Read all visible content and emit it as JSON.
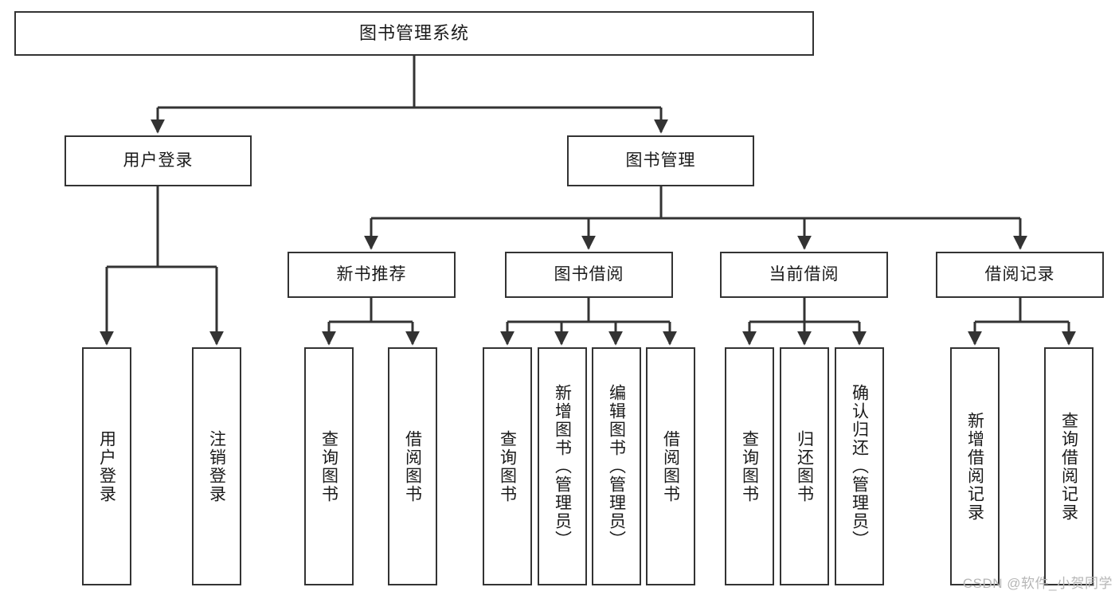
{
  "diagram": {
    "kind": "tree-hierarchy",
    "title": "图书管理系统",
    "style": {
      "box_border_color": "#333333",
      "box_fill_color": "#ffffff",
      "edge_color": "#333333",
      "text_color": "#1a1a1a",
      "watermark_color": "#b6b6b6"
    },
    "watermark": "CSDN @软件_小贺同学",
    "root": {
      "id": "root",
      "label": "图书管理系统"
    },
    "level2": [
      {
        "id": "user-login",
        "label": "用户登录"
      },
      {
        "id": "book-manage",
        "label": "图书管理"
      }
    ],
    "level3": [
      {
        "id": "new-book-recommend",
        "label": "新书推荐",
        "parent": "book-manage"
      },
      {
        "id": "book-borrow",
        "label": "图书借阅",
        "parent": "book-manage"
      },
      {
        "id": "current-borrow",
        "label": "当前借阅",
        "parent": "book-manage"
      },
      {
        "id": "borrow-record",
        "label": "借阅记录",
        "parent": "book-manage"
      }
    ],
    "leaves": [
      {
        "id": "leaf-user-login",
        "label": "用户登录",
        "parent": "user-login"
      },
      {
        "id": "leaf-user-logout",
        "label": "注销登录",
        "parent": "user-login"
      },
      {
        "id": "leaf-query-book-1",
        "label": "查询图书",
        "parent": "new-book-recommend"
      },
      {
        "id": "leaf-borrow-book-1",
        "label": "借阅图书",
        "parent": "new-book-recommend"
      },
      {
        "id": "leaf-query-book-2",
        "label": "查询图书",
        "parent": "book-borrow"
      },
      {
        "id": "leaf-add-book",
        "label": "新增图书（管理员）",
        "parent": "book-borrow"
      },
      {
        "id": "leaf-edit-book",
        "label": "编辑图书（管理员）",
        "parent": "book-borrow"
      },
      {
        "id": "leaf-borrow-book-2",
        "label": "借阅图书",
        "parent": "book-borrow"
      },
      {
        "id": "leaf-query-book-3",
        "label": "查询图书",
        "parent": "current-borrow"
      },
      {
        "id": "leaf-return-book",
        "label": "归还图书",
        "parent": "current-borrow"
      },
      {
        "id": "leaf-confirm-return",
        "label": "确认归还（管理员）",
        "parent": "current-borrow"
      },
      {
        "id": "leaf-add-record",
        "label": "新增借阅记录",
        "parent": "borrow-record"
      },
      {
        "id": "leaf-query-record",
        "label": "查询借阅记录",
        "parent": "borrow-record"
      }
    ]
  }
}
